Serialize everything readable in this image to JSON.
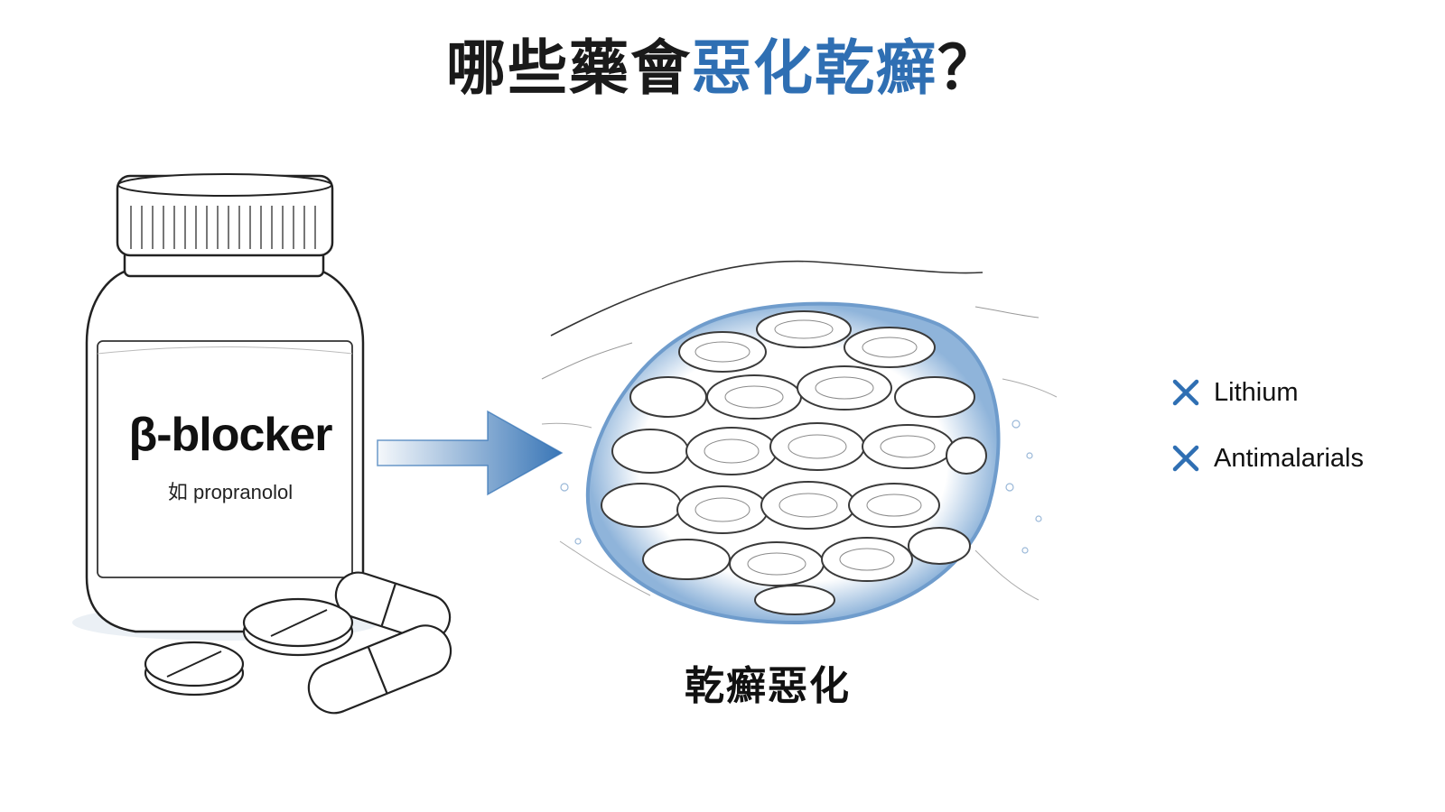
{
  "title": {
    "prefix": "哪些藥會",
    "highlight": "惡化乾癬",
    "suffix": "？"
  },
  "bottle": {
    "label_main": "β-blocker",
    "label_sub": "如 propranolol"
  },
  "caption": "乾癬惡化",
  "drug_list": [
    {
      "icon": "x-mark-icon",
      "name": "Lithium"
    },
    {
      "icon": "x-mark-icon",
      "name": "Antimalarials"
    }
  ],
  "colors": {
    "accent": "#2f6fb3",
    "ink": "#1a1a1a"
  }
}
